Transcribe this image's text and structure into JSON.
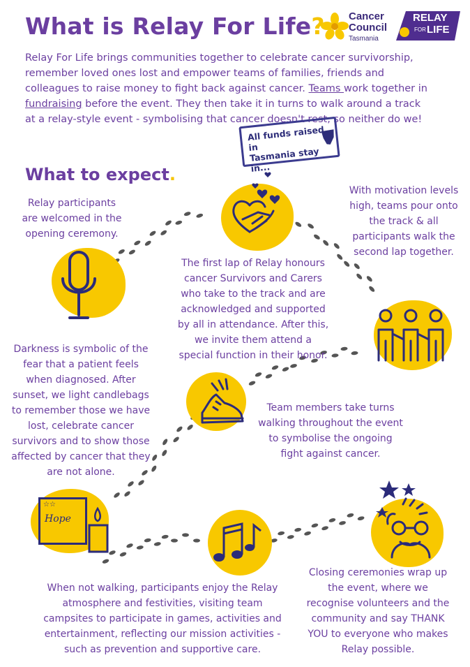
{
  "header": {
    "title": "What is Relay For Life",
    "title_mark": "?",
    "cc_logo_line1": "Cancer",
    "cc_logo_line2": "Council",
    "cc_logo_line3": "Tasmania",
    "relay_logo_line1": "RELAY",
    "relay_logo_for": "FOR",
    "relay_logo_life": "LIFE"
  },
  "intro": {
    "part1": "Relay For Life brings communities together to celebrate cancer survivorship, remember loved ones lost and empower teams of families, friends and colleagues to raise money to fight back against cancer. ",
    "teams": "Teams ",
    "part2": "work together in ",
    "fundraising": "fundraising",
    "part3": " before the event. They then take it in turns to walk around a track at a relay-style event - symbolising that cancer doesn't rest, so neither do we!"
  },
  "stamp": {
    "line1": "All funds raised in",
    "line2": "Tasmania stay in..."
  },
  "section": {
    "heading": "What to expect",
    "heading_dot": "."
  },
  "steps": {
    "opening": "Relay participants are welcomed in the opening ceremony.",
    "survivors": "The first lap of Relay honours cancer Survivors and Carers who take  to the track and are acknowledged and supported by all in attendance. After this, we invite them attend a special function in their honor.",
    "second_lap": "With motivation levels high, teams pour onto the track & all participants walk the second lap together.",
    "darkness": "Darkness is symbolic of the fear that a patient feels when diagnosed. After sunset, we light candlebags to remember those we have lost, celebrate cancer survivors and to show those affected by cancer that they are not alone.",
    "team_turns": "Team  members take turns walking throughout the event to symbolise the ongoing fight against cancer.",
    "festivities": "When not walking, participants enjoy the Relay atmosphere and festivities, visiting team campsites to participate in games, activities and entertainment, reflecting our mission activities - such as prevention and supportive care.",
    "closing": "Closing ceremonies wrap up the event, where we recognise volunteers and the community and say THANK YOU to everyone who makes Relay possible."
  },
  "hope_label": "Hope",
  "colors": {
    "purple": "#6b3fa0",
    "yellow": "#f8c800",
    "navy": "#2b2b7a"
  }
}
